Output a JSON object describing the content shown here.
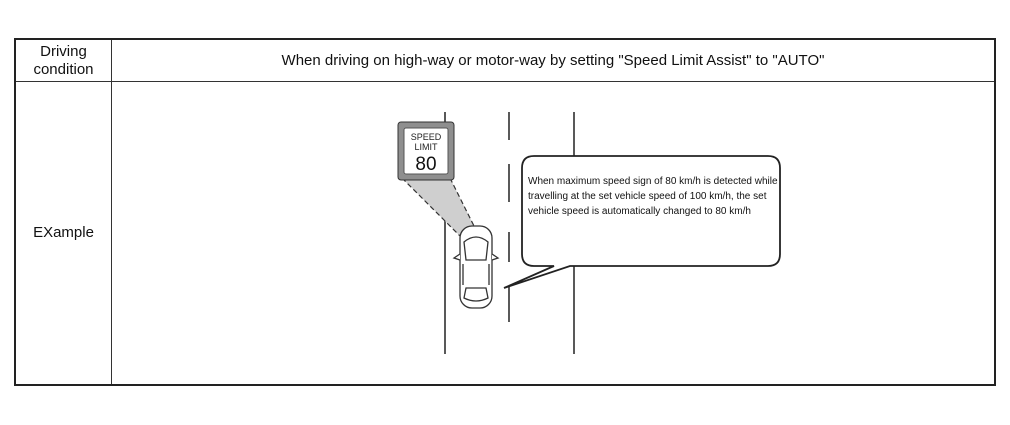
{
  "table": {
    "header_condition": "Driving\ncondition",
    "header_description": "When driving on high-way or motor-way by setting \"Speed Limit Assist\" to \"AUTO\"",
    "row_label": "EXample"
  },
  "figure": {
    "sign": {
      "line1": "SPEED",
      "line2": "LIMIT",
      "value": "80"
    },
    "callout": {
      "line1": "When maximum speed sign of 80 km/h is detected while",
      "line2": "travelling at the set vehicle speed of 100 km/h, the set",
      "line3": "vehicle speed is automatically changed to 80 km/h"
    }
  }
}
